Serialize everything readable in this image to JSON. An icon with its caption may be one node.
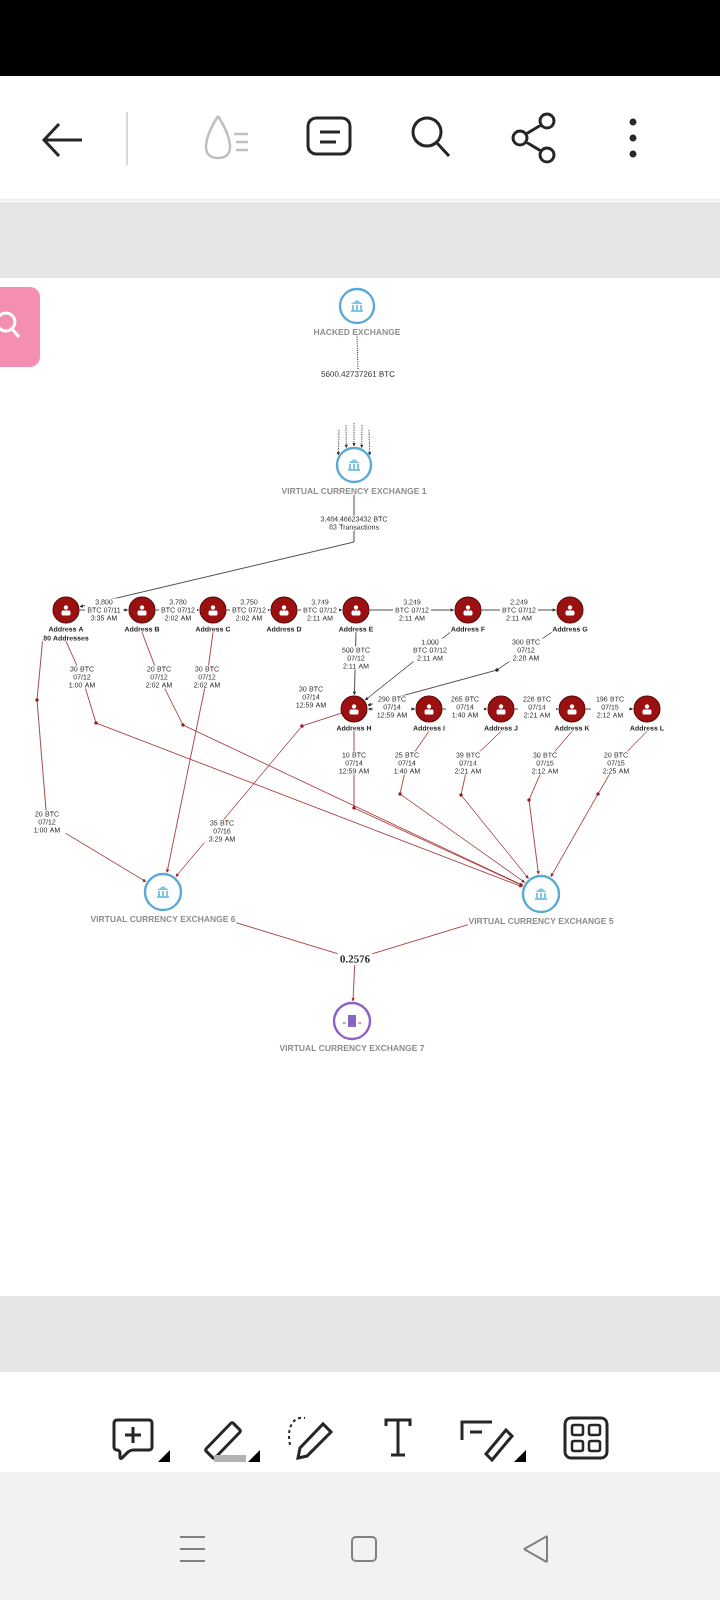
{
  "diagram": {
    "nodes": [
      {
        "text": [
          "HACKED EXCHANGE"
        ]
      },
      {
        "text": [
          "5600.42737261 BTC"
        ]
      },
      {
        "text": [
          "VIRTUAL CURRENCY EXCHANGE 1"
        ]
      },
      {
        "text": [
          "Address A",
          "80 Addresses"
        ]
      },
      {
        "text": [
          "Address B"
        ]
      },
      {
        "text": [
          "Address C"
        ]
      },
      {
        "text": [
          "Address D"
        ]
      },
      {
        "text": [
          "Address E"
        ]
      },
      {
        "text": [
          "Address F"
        ]
      },
      {
        "text": [
          "Address G"
        ]
      },
      {
        "text": [
          "Address H"
        ]
      },
      {
        "text": [
          "Address I"
        ]
      },
      {
        "text": [
          "Address J"
        ]
      },
      {
        "text": [
          "Address K"
        ]
      },
      {
        "text": [
          "Address L"
        ]
      },
      {
        "text": [],
        "shape": "circle"
      },
      {
        "text": [
          "VIRTUAL CURRENCY EXCHANGE 6"
        ]
      },
      {
        "text": [
          "VIRTUAL CURRENCY EXCHANGE 5"
        ]
      },
      {
        "text": [
          "0.2576"
        ]
      },
      {
        "text": [
          "VIRTUAL CURRENCY EXCHANGE 7"
        ]
      }
    ],
    "edges": [
      {
        "from": 0,
        "to": 1,
        "arrow": "none",
        "style": "dashed"
      },
      {
        "from": null,
        "to": 2,
        "arrow": "to",
        "style": "dashed"
      },
      {
        "from": null,
        "to": 2,
        "arrow": "to",
        "style": "dashed"
      },
      {
        "from": null,
        "to": 2,
        "arrow": "to",
        "style": "dashed"
      },
      {
        "from": null,
        "to": 2,
        "arrow": "to",
        "style": "dashed"
      },
      {
        "from": null,
        "to": 2,
        "arrow": "to",
        "style": "dashed"
      },
      {
        "from": 2,
        "to": 3,
        "arrow": "to",
        "label": "3,484.46623432 BTC 83 Transactions"
      },
      {
        "from": 3,
        "to": 4,
        "arrow": "to",
        "label": "3,800 BTC 07/11 3:35 AM"
      },
      {
        "from": 4,
        "to": 5,
        "arrow": "to",
        "label": "3,780 BTC 07/12 2:02 AM"
      },
      {
        "from": 5,
        "to": 6,
        "arrow": "to",
        "label": "3,750 BTC 07/12 2:02 AM"
      },
      {
        "from": 6,
        "to": 7,
        "arrow": "to",
        "label": "3,749 BTC 07/12 2:11 AM"
      },
      {
        "from": 7,
        "to": 8,
        "arrow": "to",
        "label": "3,249 BTC 07/12 2:11 AM"
      },
      {
        "from": 8,
        "to": 9,
        "arrow": "to",
        "label": "2,249 BTC 07/12 2:11 AM"
      },
      {
        "from": 7,
        "to": 10,
        "arrow": "to",
        "label": "500 BTC 07/12 2:11 AM"
      },
      {
        "from": 8,
        "to": 10,
        "arrow": "to",
        "label": "1,000 BTC 07/12 2:11 AM"
      },
      {
        "from": 9,
        "to": 10,
        "arrow": "to",
        "label": "300 BTC 07/12 2:28 AM"
      },
      {
        "from": 10,
        "to": 11,
        "arrow": "both",
        "label": "290 BTC 07/14 12:59 AM"
      },
      {
        "from": 11,
        "to": 12,
        "arrow": "to",
        "label": "265 BTC 07/14 1:40 AM"
      },
      {
        "from": 12,
        "to": 13,
        "arrow": "to",
        "label": "226 BTC 07/14 2:21 AM"
      },
      {
        "from": 13,
        "to": 14,
        "arrow": "to",
        "label": "196 BTC 07/15 2:12 AM"
      },
      {
        "from": 3,
        "to": 16,
        "arrow": "to",
        "label": "20 BTC 07/12 1:00 AM",
        "color": "#9b1c1c"
      },
      {
        "from": 3,
        "to": 17,
        "arrow": "to",
        "label": "30 BTC 07/12 1:00 AM",
        "color": "#9b1c1c"
      },
      {
        "from": 4,
        "to": 17,
        "arrow": "to",
        "label": "20 BTC 07/12 2:02 AM",
        "color": "#9b1c1c"
      },
      {
        "from": 5,
        "to": 16,
        "arrow": "to",
        "label": "30 BTC 07/12 2:02 AM",
        "color": "#9b1c1c"
      },
      {
        "from": 10,
        "to": 15,
        "arrow": "none",
        "label": "30 BTC 07/14 12:59 AM",
        "color": "#9b1c1c"
      },
      {
        "from": 15,
        "to": 16,
        "arrow": "to",
        "label": "35 BTC 07/16 3:29 AM",
        "color": "#9b1c1c"
      },
      {
        "from": 10,
        "to": 17,
        "arrow": "to",
        "label": "10 BTC 07/14 12:59 AM",
        "color": "#9b1c1c"
      },
      {
        "from": 11,
        "to": 17,
        "arrow": "to",
        "label": "25 BTC 07/14 1:40 AM",
        "color": "#9b1c1c"
      },
      {
        "from": 12,
        "to": 17,
        "arrow": "to",
        "label": "39 BTC 07/14 2:21 AM",
        "color": "#9b1c1c"
      },
      {
        "from": 13,
        "to": 17,
        "arrow": "to",
        "label": "30 BTC 07/15 2:12 AM",
        "color": "#9b1c1c"
      },
      {
        "from": 14,
        "to": 17,
        "arrow": "to",
        "label": "20 BTC 07/15 2:25 AM",
        "color": "#9b1c1c"
      },
      {
        "from": 16,
        "to": 18,
        "arrow": "none",
        "color": "#9b1c1c"
      },
      {
        "from": 17,
        "to": 18,
        "arrow": "none",
        "color": "#9b1c1c"
      },
      {
        "from": 18,
        "to": 19,
        "arrow": "to",
        "color": "#9b1c1c"
      }
    ]
  }
}
